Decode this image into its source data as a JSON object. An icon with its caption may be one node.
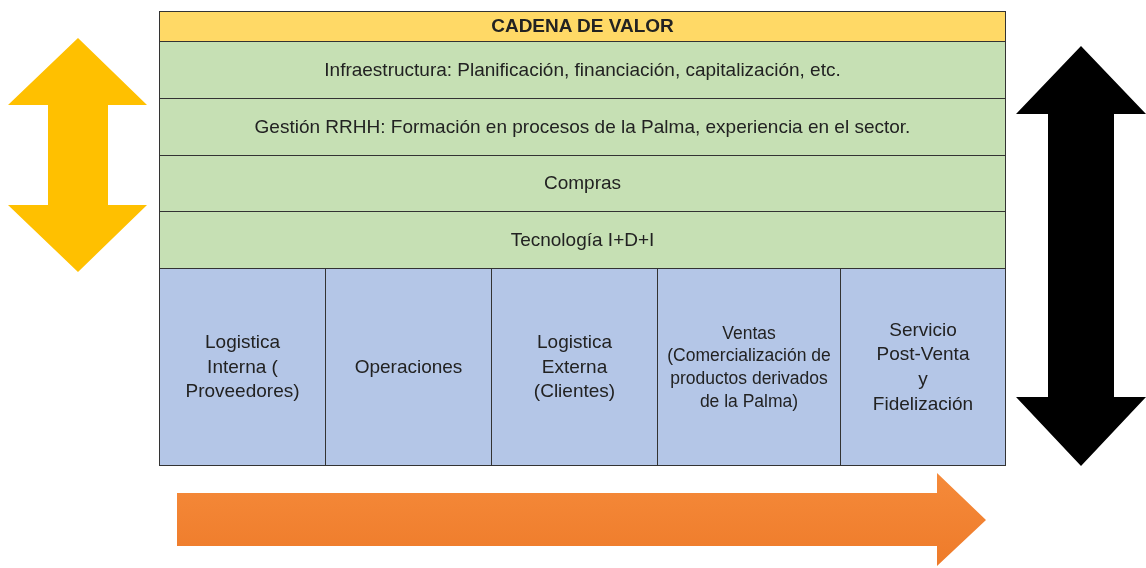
{
  "diagram": {
    "nodes": [
      {
        "text": [
          "CADENA DE VALOR"
        ]
      },
      {
        "text": [
          "Infraestructura: Planificación, financiación, capitalización, etc."
        ]
      },
      {
        "text": [
          "Gestión RRHH: Formación en procesos de la Palma, experiencia en el sector."
        ]
      },
      {
        "text": [
          "Compras"
        ]
      },
      {
        "text": [
          "Tecnología I+D+I"
        ]
      },
      {
        "text": [
          "Logistica Interna ( Proveedores)"
        ]
      },
      {
        "text": [
          "Operaciones"
        ]
      },
      {
        "text": [
          "Logistica Externa (Clientes)"
        ]
      },
      {
        "text": [
          "Ventas (Comercialización de productos derivados de la Palma)"
        ]
      },
      {
        "text": [
          "Servicio Post-Venta y Fidelización"
        ]
      }
    ]
  }
}
